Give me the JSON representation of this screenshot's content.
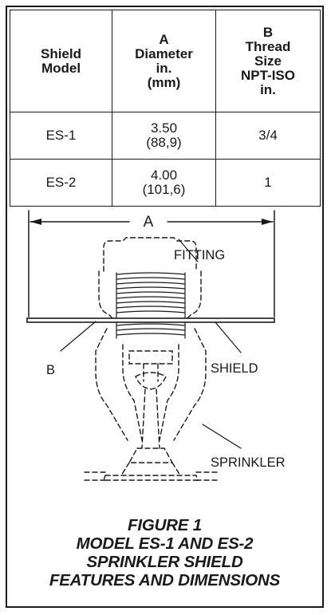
{
  "table": {
    "headers": [
      [
        "Shield",
        "Model"
      ],
      [
        "A",
        "Diameter",
        "in.",
        "(mm)"
      ],
      [
        "B",
        "Thread",
        "Size",
        "NPT-ISO",
        "in."
      ]
    ],
    "rows": [
      {
        "model": "ES-1",
        "diameter": "3.50",
        "diameter_mm": "(88,9)",
        "thread": "3/4"
      },
      {
        "model": "ES-2",
        "diameter": "4.00",
        "diameter_mm": "(101,6)",
        "thread": "1"
      }
    ]
  },
  "figure": {
    "dim_a": "A",
    "label_b": "B",
    "label_fitting": "FITTING",
    "label_shield": "SHIELD",
    "label_sprinkler": "SPRINKLER"
  },
  "caption": {
    "line1": "FIGURE 1",
    "line2": "MODEL ES-1 AND ES-2",
    "line3": "SPRINKLER SHIELD",
    "line4": "FEATURES AND DIMENSIONS"
  }
}
